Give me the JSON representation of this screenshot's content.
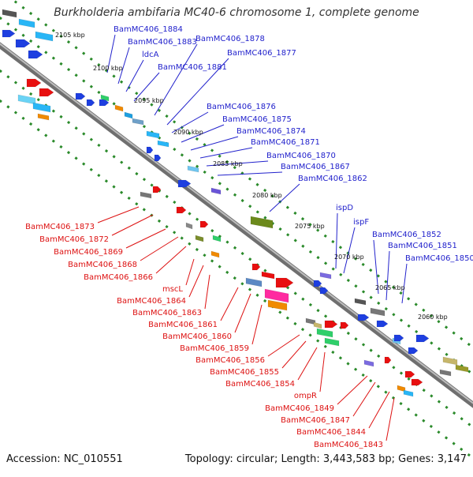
{
  "title": "Burkholderia ambifaria MC40-6 chromosome 1, complete genome",
  "footer": {
    "accession": "Accession: NC_010551",
    "summary": "Topology: circular; Length: 3,443,583 bp; Genes: 3,147"
  },
  "colors": {
    "forward_label": "#2222cc",
    "reverse_label": "#dd1111",
    "backbone": "#7a7a7a",
    "tick_dots": "#2a8a2a"
  },
  "kbp_ticks": [
    "2105 kbp",
    "2100 kbp",
    "2095 kbp",
    "2090 kbp",
    "2085 kbp",
    "2080 kbp",
    "2075 kbp",
    "2070 kbp",
    "2065 kbp",
    "2060 kbp"
  ],
  "forward_genes": [
    "BamMC406_1884",
    "BamMC406_1883",
    "ldcA",
    "BamMC406_1881",
    "BamMC406_1878",
    "BamMC406_1877",
    "BamMC406_1876",
    "BamMC406_1875",
    "BamMC406_1874",
    "BamMC406_1871",
    "BamMC406_1870",
    "BamMC406_1867",
    "BamMC406_1862",
    "ispD",
    "ispF",
    "BamMC406_1852",
    "BamMC406_1851",
    "BamMC406_1850"
  ],
  "reverse_genes": [
    "BamMC406_1873",
    "BamMC406_1872",
    "BamMC406_1869",
    "BamMC406_1868",
    "BamMC406_1866",
    "mscL",
    "BamMC406_1864",
    "BamMC406_1863",
    "BamMC406_1861",
    "BamMC406_1860",
    "BamMC406_1859",
    "BamMC406_1856",
    "BamMC406_1855",
    "BamMC406_1854",
    "ompR",
    "BamMC406_1849",
    "BamMC406_1847",
    "BamMC406_1844",
    "BamMC406_1843"
  ]
}
